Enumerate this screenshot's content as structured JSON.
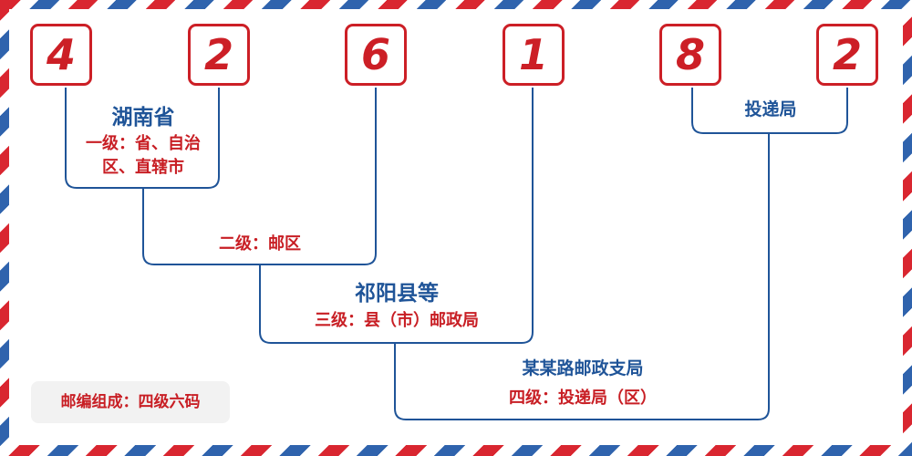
{
  "postcode": {
    "digits": [
      "4",
      "2",
      "6",
      "1",
      "8",
      "2"
    ]
  },
  "levels": {
    "level1": {
      "name": "湖南省",
      "desc": "一级：省、自治区、直辖市"
    },
    "level2": {
      "desc": "二级：邮区"
    },
    "level3": {
      "name": "祁阳县等",
      "desc": "三级：县（市）邮政局"
    },
    "level4": {
      "name": "某某路邮政支局",
      "desc": "四级：投递局（区）"
    },
    "delivery": {
      "name": "投递局"
    }
  },
  "legend": {
    "text": "邮编组成：四级六码"
  },
  "colors": {
    "red": "#cc1f26",
    "blue": "#1f5498",
    "stripe_red": "#d92630",
    "stripe_blue": "#2f63ad"
  }
}
